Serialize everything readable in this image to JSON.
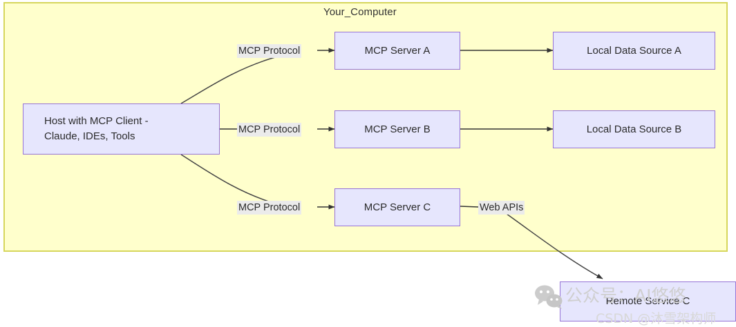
{
  "diagram": {
    "container": {
      "title": "Your_Computer",
      "fill": "#ffffcc",
      "border": "#d6d65c"
    },
    "node_style": {
      "fill": "#e6e6fd",
      "border": "#9673d6"
    },
    "nodes": {
      "host": "Host with MCP Client -\nClaude, IDEs, Tools",
      "server_a": "MCP Server A",
      "server_b": "MCP Server B",
      "server_c": "MCP Server C",
      "data_a": "Local Data Source A",
      "data_b": "Local Data Source B",
      "remote_c": "Remote Service C"
    },
    "edge_labels": {
      "protocol_a": "MCP Protocol",
      "protocol_b": "MCP Protocol",
      "protocol_c": "MCP Protocol",
      "web_apis": "Web APIs",
      "label_fill": "#ebebeb"
    }
  },
  "watermark": {
    "main": "公众号：AI悠悠",
    "sub": "CSDN @沐雪架构师",
    "logo": "wechat-icon"
  }
}
